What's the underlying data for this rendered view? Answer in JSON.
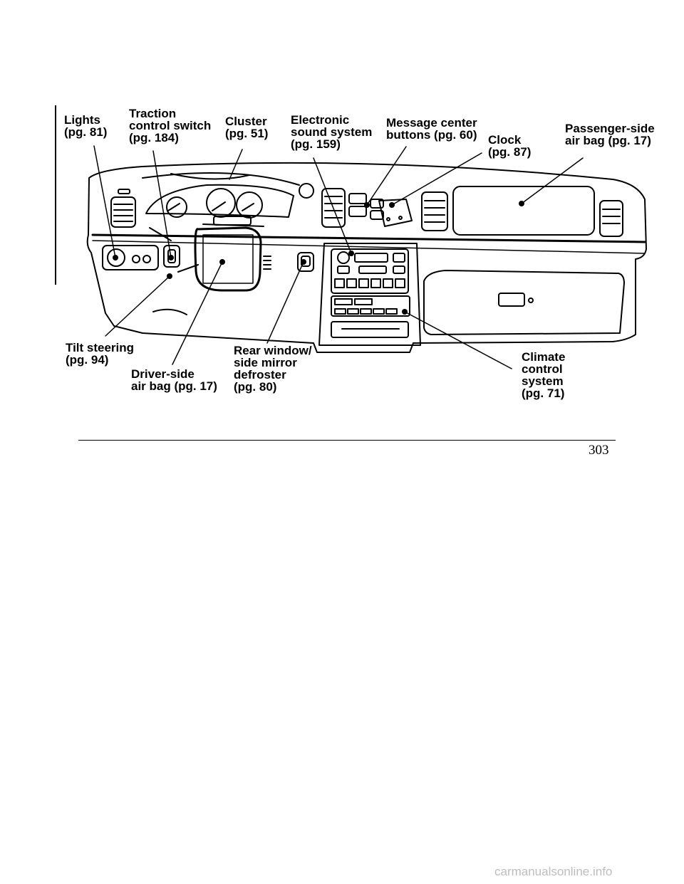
{
  "callouts": {
    "lights": "Lights\n(pg. 81)",
    "traction": "Traction\ncontrol switch\n(pg. 184)",
    "cluster": "Cluster\n(pg. 51)",
    "sound": "Electronic\nsound system\n(pg. 159)",
    "message": "Message center\nbuttons (pg. 60)",
    "clock": "Clock\n(pg. 87)",
    "passenger_airbag": "Passenger-side\nair bag (pg. 17)",
    "tilt": "Tilt steering\n(pg. 94)",
    "driver_airbag": "Driver-side\nair bag (pg. 17)",
    "defroster": "Rear window/\nside mirror\ndefroster\n(pg. 80)",
    "climate": "Climate\ncontrol\nsystem\n(pg. 71)"
  },
  "page_number": "303",
  "watermark": "carmanualsonline.info"
}
